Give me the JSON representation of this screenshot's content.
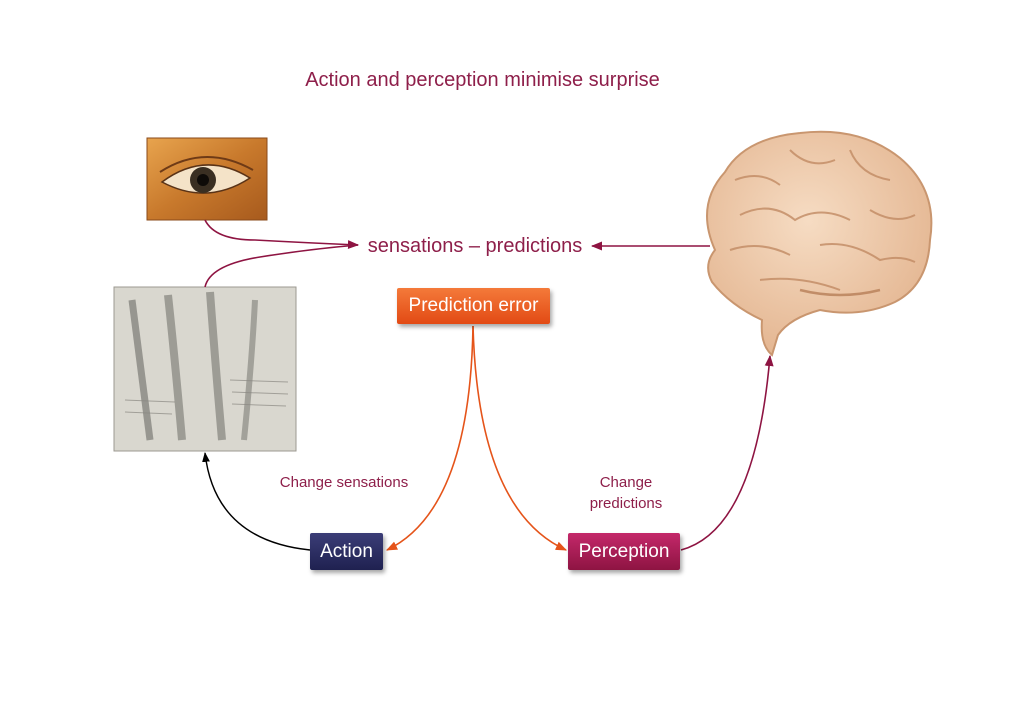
{
  "title": "Action and perception minimise surprise",
  "center_label": "sensations – predictions",
  "nodes": {
    "prediction_error": "Prediction error",
    "action": "Action",
    "perception": "Perception"
  },
  "edge_labels": {
    "change_sensations": "Change sensations",
    "change_predictions_line1": "Change",
    "change_predictions_line2": "predictions"
  },
  "images": {
    "eye": "eye-painting",
    "arm": "anatomical-arm-sketch",
    "brain": "brain-illustration"
  },
  "colors": {
    "text": "#8e1f4a",
    "orange_arrow": "#e5541a",
    "maroon_arrow": "#8e1442",
    "black_arrow": "#000000"
  }
}
